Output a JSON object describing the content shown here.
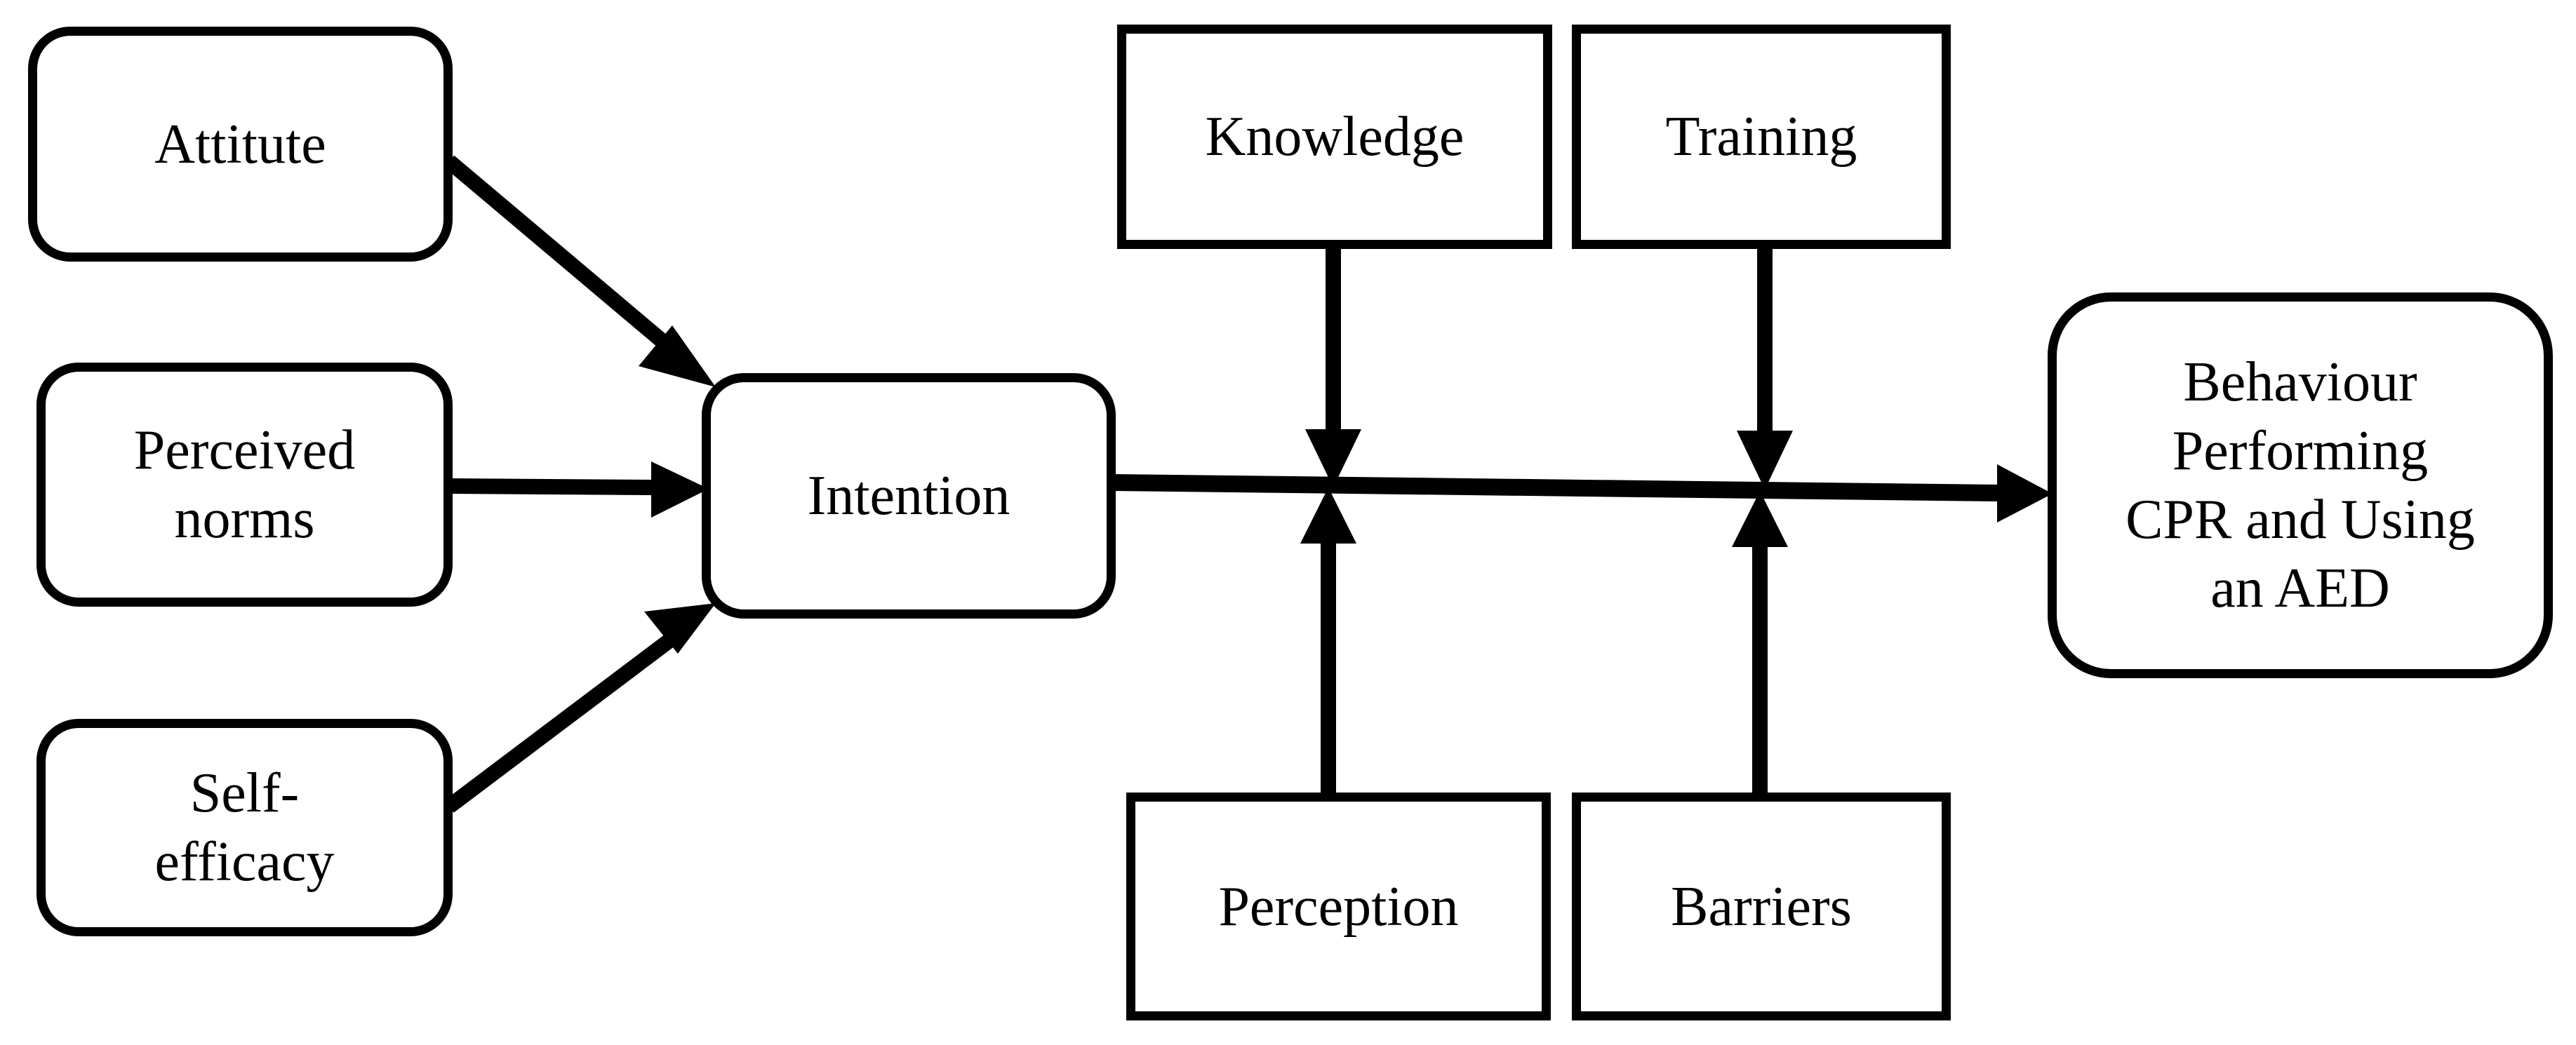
{
  "nodes": {
    "attitude": {
      "lines": [
        "Attitute"
      ]
    },
    "perceived_norms": {
      "lines": [
        "Perceived",
        "norms"
      ]
    },
    "self_efficacy": {
      "lines": [
        "Self-",
        "efficacy"
      ]
    },
    "intention": {
      "lines": [
        "Intention"
      ]
    },
    "knowledge": {
      "lines": [
        "Knowledge"
      ]
    },
    "training": {
      "lines": [
        "Training"
      ]
    },
    "perception": {
      "lines": [
        "Perception"
      ]
    },
    "barriers": {
      "lines": [
        "Barriers"
      ]
    },
    "behaviour": {
      "lines": [
        "Behaviour",
        "Performing",
        "CPR and Using",
        "an AED"
      ]
    }
  },
  "edges": [
    {
      "from": "Attitute",
      "to": "Intention"
    },
    {
      "from": "Perceived norms",
      "to": "Intention"
    },
    {
      "from": "Self-efficacy",
      "to": "Intention"
    },
    {
      "from": "Intention",
      "to": "Behaviour Performing CPR and Using an AED"
    },
    {
      "from": "Knowledge",
      "to": "Intention → Behaviour path"
    },
    {
      "from": "Perception",
      "to": "Intention → Behaviour path"
    },
    {
      "from": "Training",
      "to": "Intention → Behaviour path"
    },
    {
      "from": "Barriers",
      "to": "Intention → Behaviour path"
    }
  ],
  "colors": {
    "stroke": "#000000",
    "fill": "#ffffff"
  }
}
